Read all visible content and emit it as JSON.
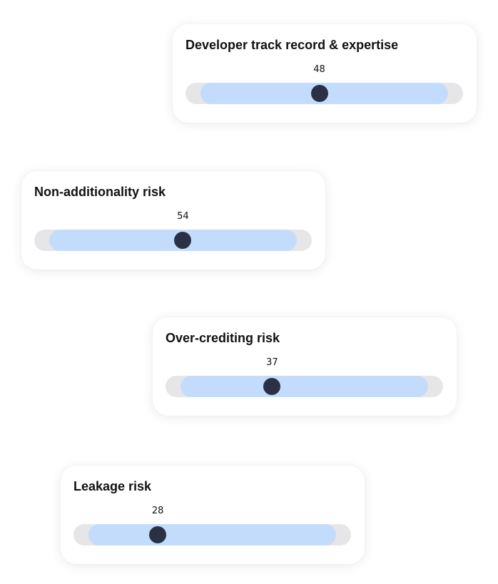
{
  "risk_sliders": [
    {
      "title": "Developer track record & expertise",
      "value": "48"
    },
    {
      "title": "Non-additionality risk",
      "value": "54"
    },
    {
      "title": "Over-crediting risk",
      "value": "37"
    },
    {
      "title": "Leakage risk",
      "value": "28"
    }
  ],
  "colors": {
    "track": "#e6e6e8",
    "range": "#c4dcfb",
    "thumb": "#2a3145",
    "card": "#ffffff",
    "text": "#111114"
  }
}
